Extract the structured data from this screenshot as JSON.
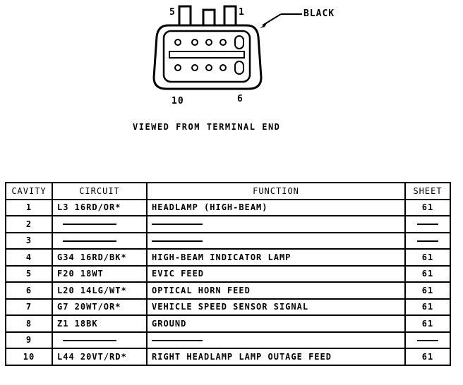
{
  "connector": {
    "pin_start_label": "5",
    "pin_end_label": "1",
    "color_label": "BLACK",
    "bottom_left_label": "10",
    "bottom_right_label": "6",
    "view_caption": "VIEWED FROM TERMINAL END"
  },
  "table": {
    "headers": {
      "cavity": "CAVITY",
      "circuit": "CIRCUIT",
      "function": "FUNCTION",
      "sheet": "SHEET"
    },
    "rows": [
      {
        "cavity": "1",
        "circuit": "L3 16RD/OR*",
        "function": "HEADLAMP (HIGH-BEAM)",
        "sheet": "61"
      },
      {
        "cavity": "2",
        "circuit": "",
        "function": "",
        "sheet": ""
      },
      {
        "cavity": "3",
        "circuit": "",
        "function": "",
        "sheet": ""
      },
      {
        "cavity": "4",
        "circuit": "G34 16RD/BK*",
        "function": "HIGH-BEAM INDICATOR LAMP",
        "sheet": "61"
      },
      {
        "cavity": "5",
        "circuit": "F20 18WT",
        "function": "EVIC FEED",
        "sheet": "61"
      },
      {
        "cavity": "6",
        "circuit": "L20 14LG/WT*",
        "function": "OPTICAL HORN FEED",
        "sheet": "61"
      },
      {
        "cavity": "7",
        "circuit": "G7 20WT/OR*",
        "function": "VEHICLE SPEED SENSOR SIGNAL",
        "sheet": "61"
      },
      {
        "cavity": "8",
        "circuit": "Z1 18BK",
        "function": "GROUND",
        "sheet": "61"
      },
      {
        "cavity": "9",
        "circuit": "",
        "function": "",
        "sheet": ""
      },
      {
        "cavity": "10",
        "circuit": "L44 20VT/RD*",
        "function": "RIGHT HEADLAMP LAMP OUTAGE FEED",
        "sheet": "61"
      }
    ]
  }
}
